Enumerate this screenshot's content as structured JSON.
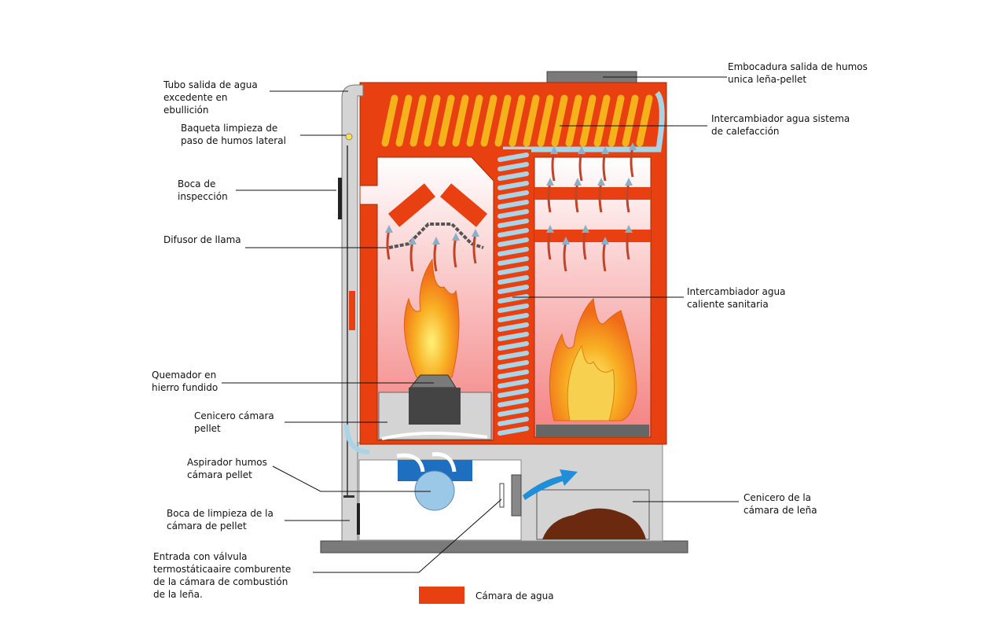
{
  "labels": {
    "tubo": [
      "Tubo salida de agua",
      "excedente en",
      "ebullición"
    ],
    "baqueta": [
      "Baqueta limpieza de",
      "paso de humos lateral"
    ],
    "boca_inspeccion": [
      "Boca de",
      "inspección"
    ],
    "difusor": [
      "Difusor de llama"
    ],
    "quemador": [
      "Quemador en",
      "hierro fundido"
    ],
    "cenicero_pellet": [
      "Cenicero cámara",
      "pellet"
    ],
    "aspirador": [
      "Aspirador humos",
      "cámara pellet"
    ],
    "boca_limpieza": [
      "Boca de limpieza de la",
      "cámara de pellet"
    ],
    "entrada": [
      "Entrada con válvula",
      "termostáticaaire comburente",
      "de la cámara de combustión",
      "de la leña."
    ],
    "embocadura": [
      "Embocadura salida de humos",
      "unica leña-pellet"
    ],
    "intercambiador_calefaccion": [
      "Intercambiador agua sistema",
      "de calefacción"
    ],
    "intercambiador_sanitaria": [
      "Intercambiador agua",
      "caliente sanitaria"
    ],
    "cenicero_lena": [
      "Cenicero de la",
      "cámara de leña"
    ]
  },
  "legend": {
    "label": "Cámara de agua",
    "color": "#e84010"
  },
  "colors": {
    "water": "#e84010",
    "steel": "#d4d4d4",
    "dark": "#7a7a7a",
    "coil_yellow": "#f6b21a",
    "coil_blue": "#a8d4e6",
    "fan_blue": "#1e6fc0"
  }
}
